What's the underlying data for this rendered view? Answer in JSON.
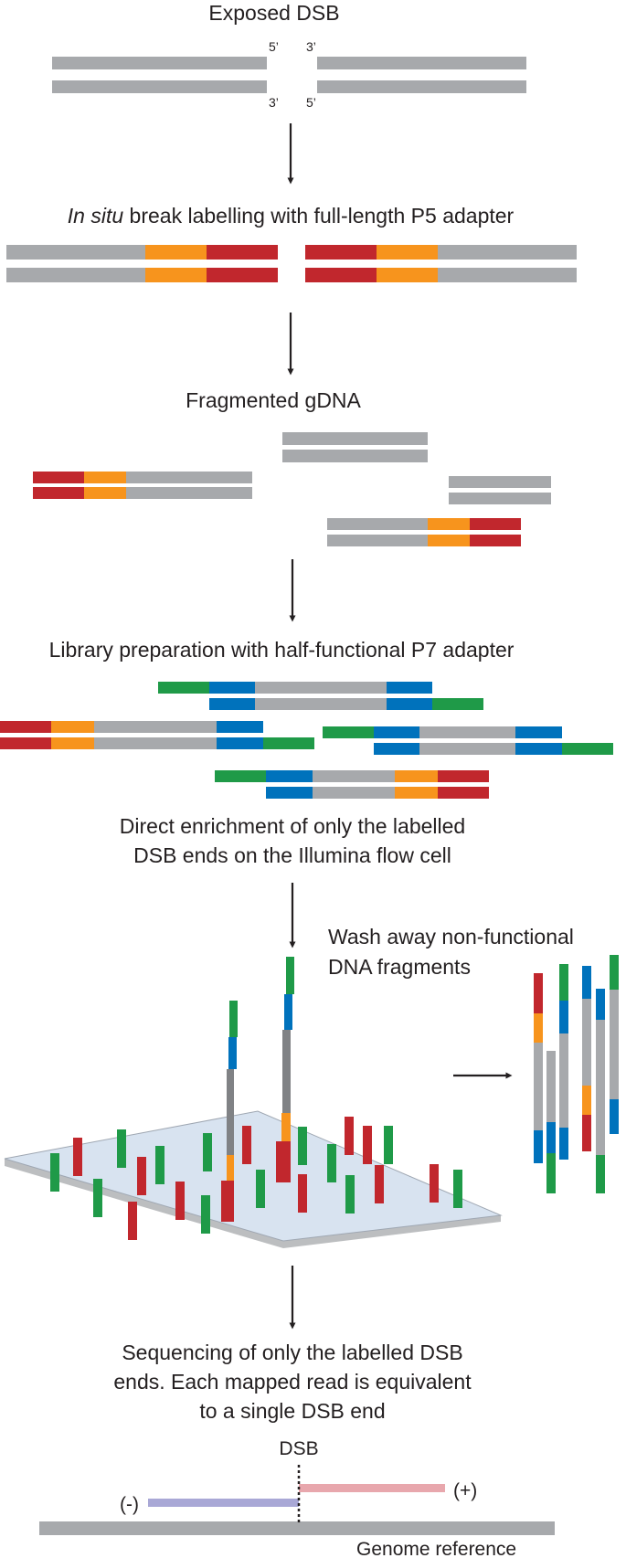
{
  "steps": {
    "exposed_dsb": "Exposed DSB",
    "labelling_italic": "In situ",
    "labelling_rest": " break labelling with full-length P5 adapter",
    "fragmented": "Fragmented gDNA",
    "library_prep": "Library preparation with half-functional P7 adapter",
    "enrichment_line1": "Direct enrichment of only the labelled",
    "enrichment_line2": "DSB ends on the Illumina flow cell",
    "wash_line1": "Wash away non-functional",
    "wash_line2": "DNA fragments",
    "sequencing_line1": "Sequencing of only the labelled DSB",
    "sequencing_line2": "ends. Each mapped read is equivalent",
    "sequencing_line3": "to a single DSB end"
  },
  "ends": {
    "five_prime": "5’",
    "three_prime": "3’"
  },
  "reference": {
    "dsb_label": "DSB",
    "minus_label": "(-)",
    "plus_label": "(+)",
    "genome_label": "Genome reference"
  },
  "colors": {
    "gray": "#a7a9ac",
    "red": "#c1272d",
    "orange": "#f7941d",
    "blue": "#0072bc",
    "green": "#1f9a48",
    "read_minus": "#a9a8d6",
    "read_plus": "#e8a7ad",
    "plate": "#d8e3f0"
  }
}
